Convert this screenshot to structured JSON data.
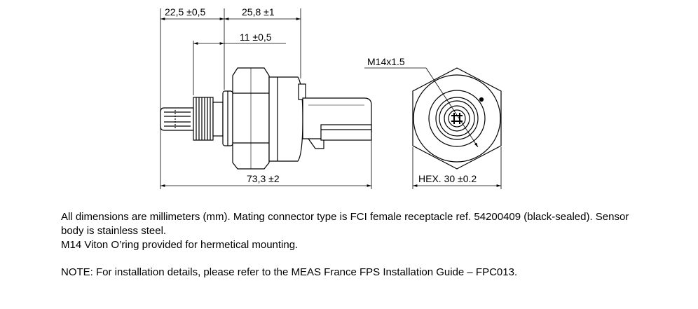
{
  "drawing": {
    "dimensions": {
      "d1": "22,5 ±0,5",
      "d2": "25,8 ±1",
      "d3": "11 ±0,5",
      "d4": "73,3 ±2",
      "thread": "M14x1.5",
      "hex": "HEX. 30 ±0.2"
    }
  },
  "notes": {
    "line1": "All dimensions are millimeters (mm).   Mating connector type is FCI female receptacle ref. 54200409 (black-sealed).  Sensor body is stainless steel.",
    "line2": "M14 Viton O’ring provided for hermetical mounting.",
    "note": "NOTE: For installation details, please refer to the MEAS France FPS Installation Guide – FPC013."
  }
}
